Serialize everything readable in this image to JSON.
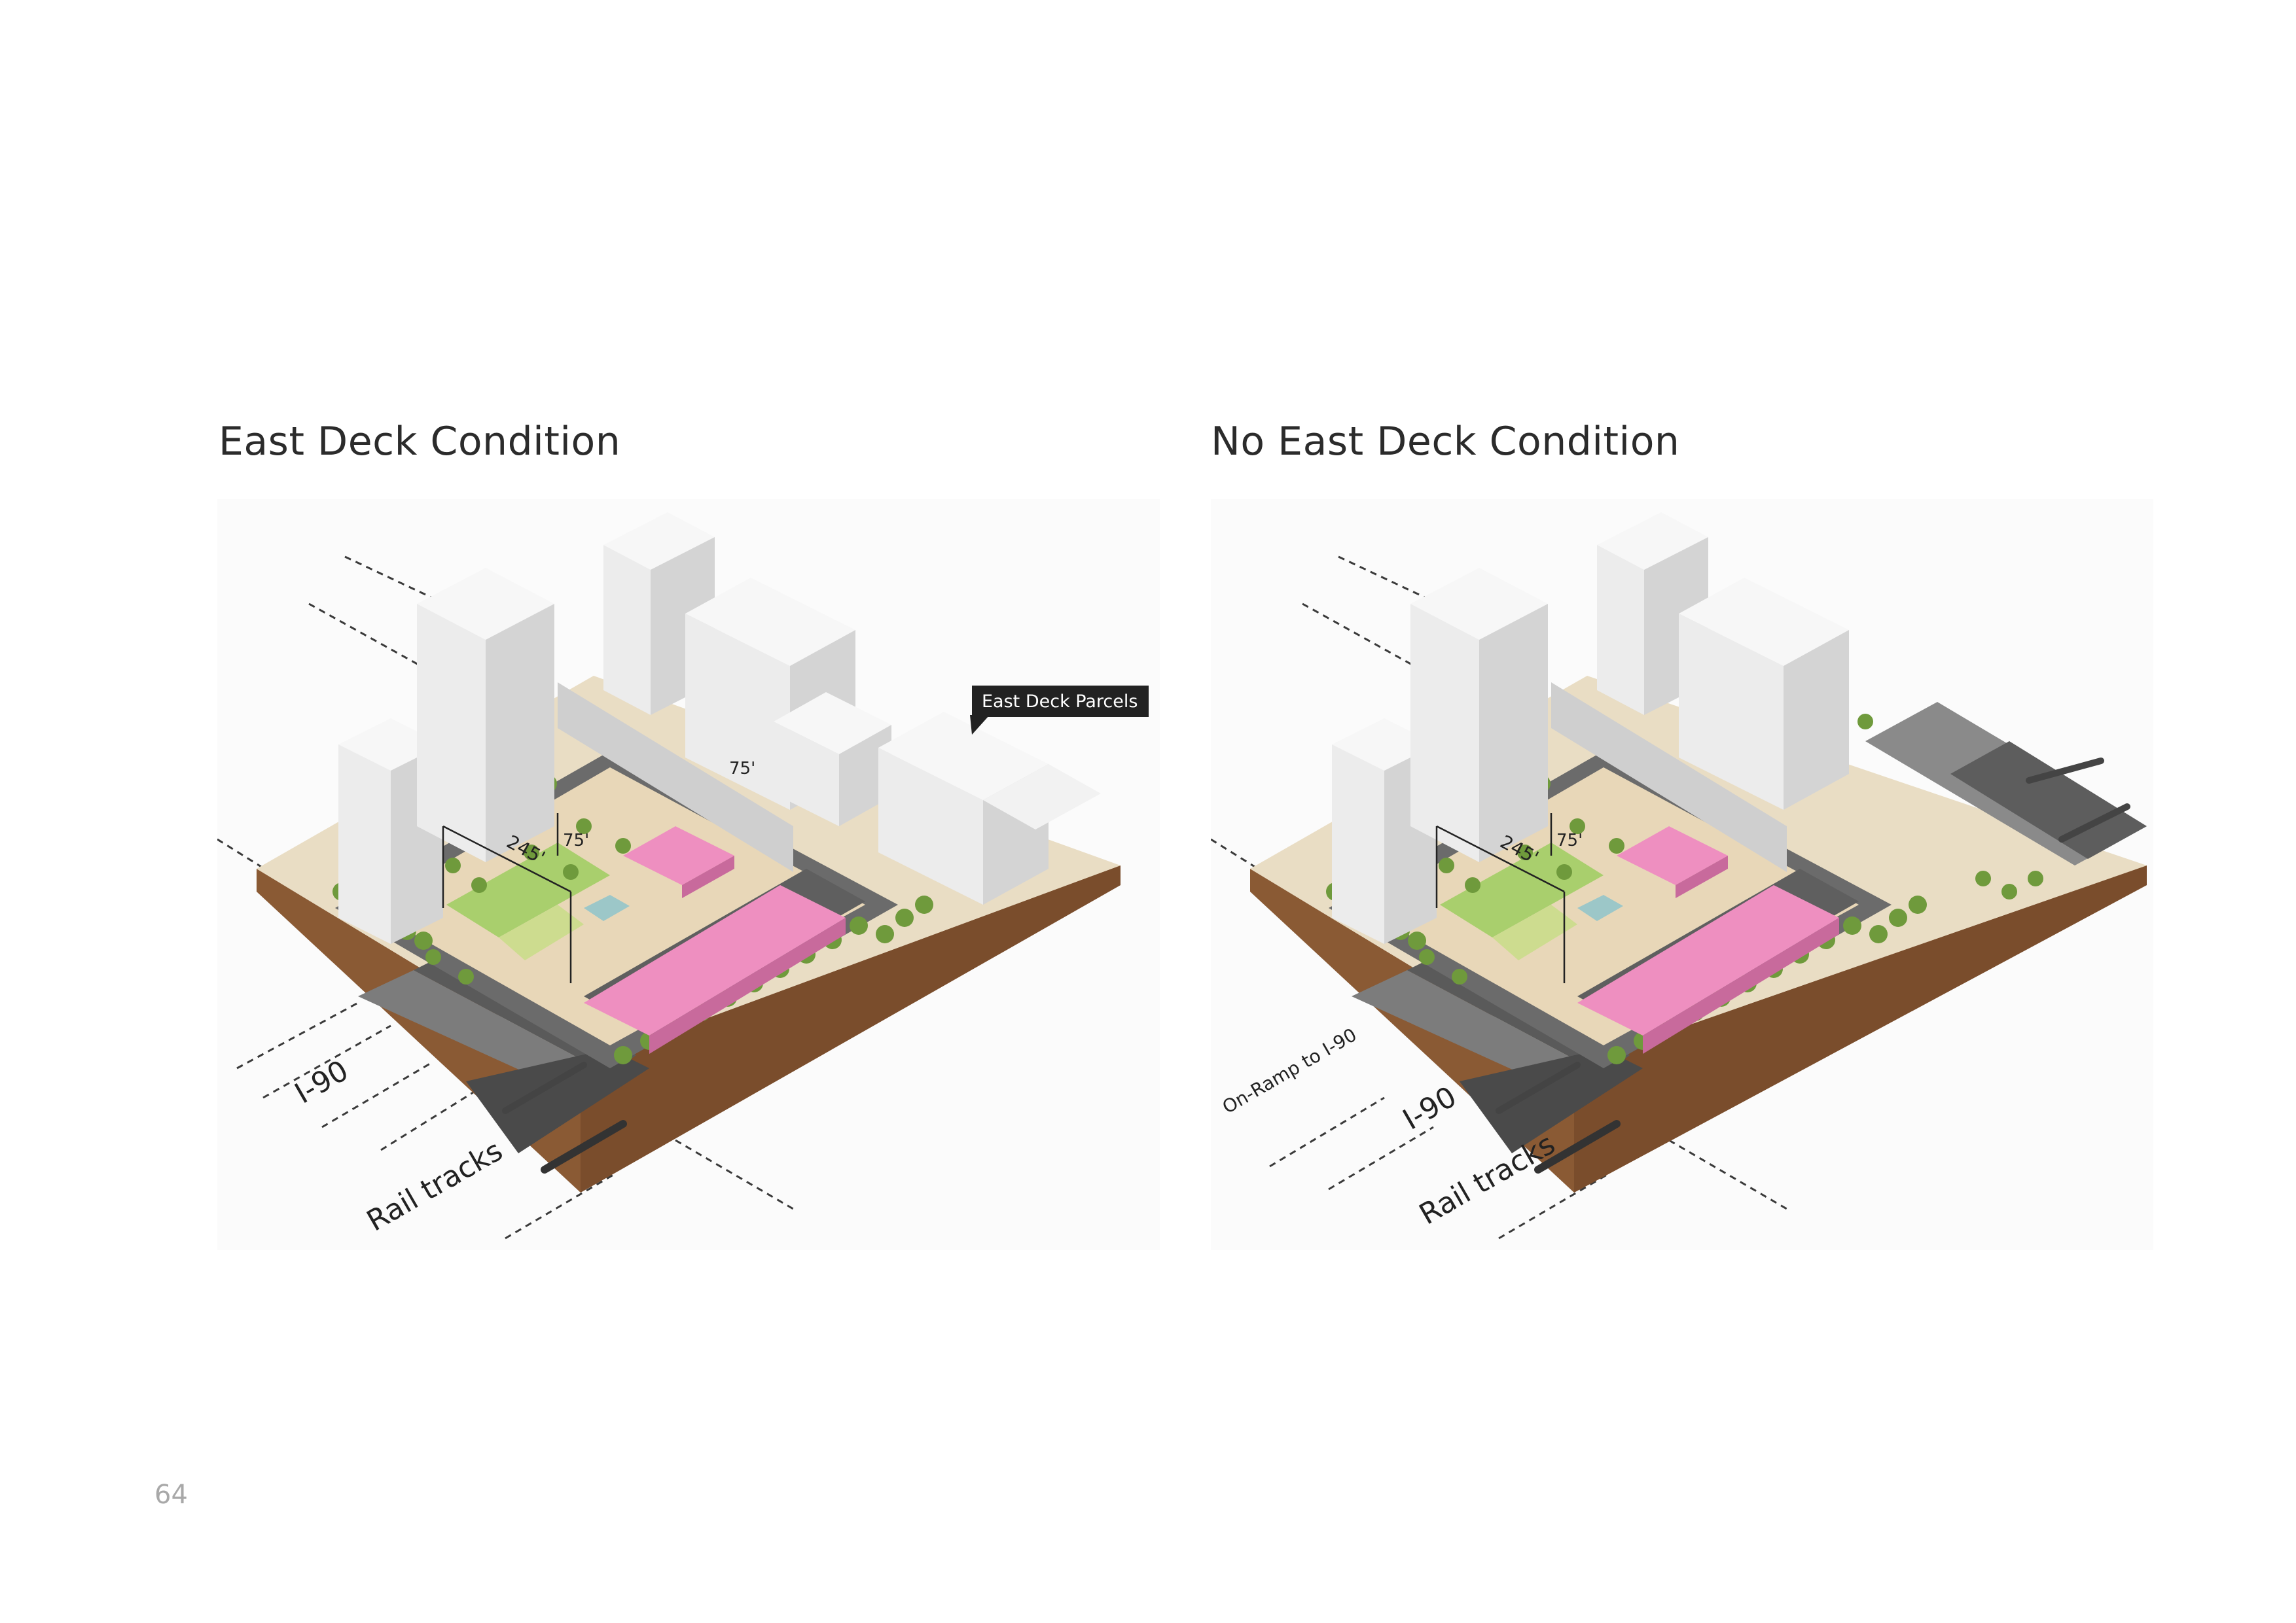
{
  "page": {
    "page_number": "64",
    "left": {
      "title": "East Deck Condition",
      "labels": {
        "callout": "East Deck Parcels",
        "dim_245": "245'",
        "dim_75_a": "75'",
        "dim_75_b": "75'",
        "highway": "I-90",
        "rail": "Rail tracks"
      }
    },
    "right": {
      "title": "No East Deck Condition",
      "labels": {
        "dim_245": "245'",
        "dim_75": "75'",
        "onramp": "On-Ramp to I-90",
        "highway": "I-90",
        "rail": "Rail tracks"
      }
    },
    "colors": {
      "station_roof": "#ee8fc0",
      "building": "#ececec",
      "park_green": "#a9cf6d",
      "plaza": "#efdcbc",
      "road": "#6b6b6b",
      "soil": "#8a5a34"
    }
  }
}
